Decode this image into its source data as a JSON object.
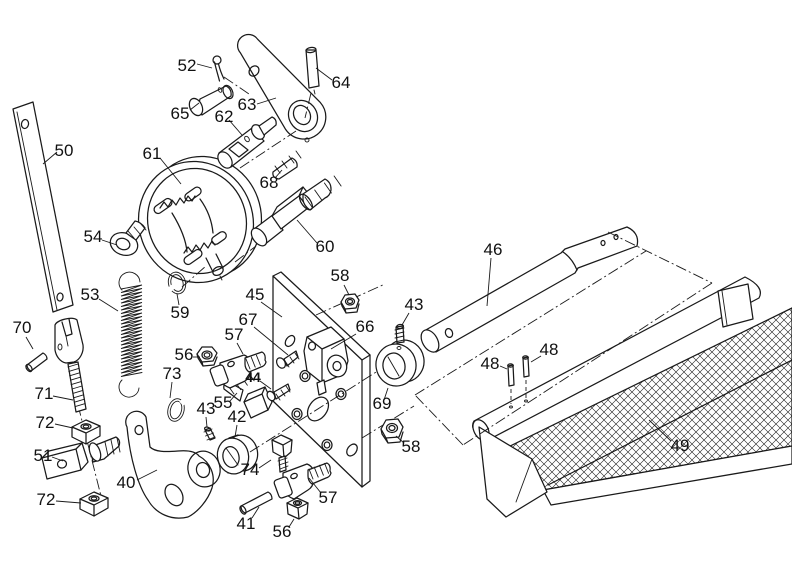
{
  "diagram": {
    "type": "exploded-parts-diagram",
    "subject": "machine linkage and handle assembly",
    "background_color": "#ffffff",
    "line_color": "#1a1a1a",
    "label_font_size": "17px"
  },
  "labels": [
    {
      "text": "50",
      "part": "flat-link-bar"
    },
    {
      "text": "52",
      "part": "cotter-pin"
    },
    {
      "text": "65",
      "part": "clevis-pin"
    },
    {
      "text": "63",
      "part": "pivot-bracket"
    },
    {
      "text": "62",
      "part": "sleeve"
    },
    {
      "text": "64",
      "part": "pin"
    },
    {
      "text": "68",
      "part": "set-screw"
    },
    {
      "text": "61",
      "part": "brake-band-drum"
    },
    {
      "text": "54",
      "part": "eye-bolt"
    },
    {
      "text": "53",
      "part": "extension-spring"
    },
    {
      "text": "59",
      "part": "snap-ring"
    },
    {
      "text": "70",
      "part": "pin"
    },
    {
      "text": "71",
      "part": "clevis-rod"
    },
    {
      "text": "72",
      "part": "square-nut-upper"
    },
    {
      "text": "51",
      "part": "square-head-pin"
    },
    {
      "text": "72",
      "part": "square-nut-lower"
    },
    {
      "text": "40",
      "part": "lever-arm"
    },
    {
      "text": "42",
      "part": "collar"
    },
    {
      "text": "43",
      "part": "set-screw-left"
    },
    {
      "text": "55",
      "part": "square-head-bolt"
    },
    {
      "text": "73",
      "part": "snap-ring-small"
    },
    {
      "text": "56",
      "part": "hex-nut-upper"
    },
    {
      "text": "57",
      "part": "barrel-bolt-upper"
    },
    {
      "text": "67",
      "part": "screw"
    },
    {
      "text": "44",
      "part": "screw-small"
    },
    {
      "text": "45",
      "part": "mounting-plate"
    },
    {
      "text": "58",
      "part": "hex-nut-upper-right"
    },
    {
      "text": "66",
      "part": "guide-block"
    },
    {
      "text": "69",
      "part": "shaft-collar"
    },
    {
      "text": "43",
      "part": "set-screw-right"
    },
    {
      "text": "58",
      "part": "hex-nut-lower-right"
    },
    {
      "text": "46",
      "part": "handle-tube"
    },
    {
      "text": "48",
      "part": "pin-left"
    },
    {
      "text": "48",
      "part": "pin-right"
    },
    {
      "text": "49",
      "part": "table-bar"
    },
    {
      "text": "60",
      "part": "adjusting-bolt"
    },
    {
      "text": "57",
      "part": "barrel-bolt-lower"
    },
    {
      "text": "56",
      "part": "square-nut-lower"
    },
    {
      "text": "41",
      "part": "pin-short"
    },
    {
      "text": "74",
      "part": "square-head-bolt-vertical"
    }
  ]
}
